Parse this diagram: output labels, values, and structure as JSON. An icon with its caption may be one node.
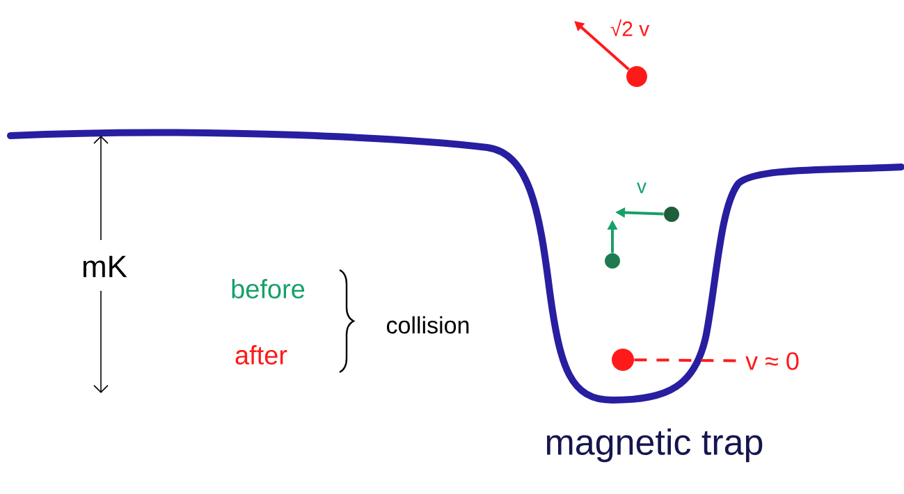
{
  "diagram": {
    "nodes": [
      {
        "text": [],
        "shape": "circle"
      },
      {
        "text": [],
        "shape": "circle"
      },
      {
        "text": [],
        "shape": "circle"
      },
      {
        "text": [],
        "shape": "circle"
      },
      {
        "text": [
          "v ≈ 0"
        ]
      }
    ],
    "edges": [
      {
        "from": 0,
        "to": null,
        "arrow": "to",
        "color": "#ff1a1a"
      },
      {
        "from": 1,
        "to": null,
        "arrow": "to",
        "color": "#17a06a"
      },
      {
        "from": 2,
        "to": null,
        "arrow": "to",
        "color": "#17a06a"
      },
      {
        "from": 3,
        "to": 4,
        "arrow": "none",
        "style": "dashed",
        "color": "#ff1a1a"
      }
    ],
    "labels": [
      "√2 v",
      "v",
      "mK",
      "before",
      "after",
      "collision",
      "magnetic trap"
    ]
  }
}
